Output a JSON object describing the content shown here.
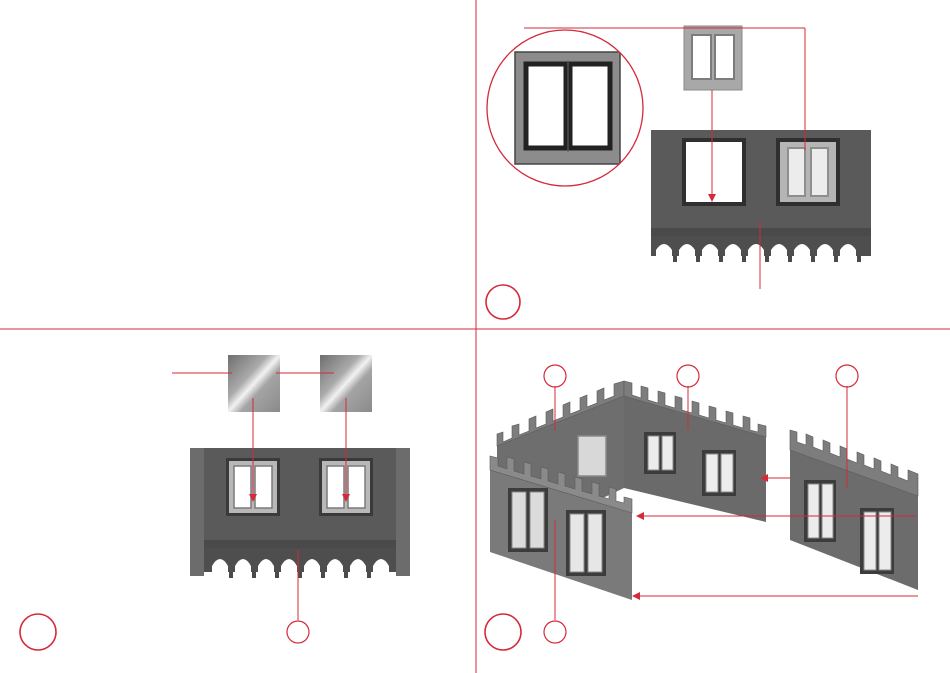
{
  "title": "",
  "steps": [
    {
      "id": "step-1",
      "number": ""
    },
    {
      "id": "step-2",
      "number": ""
    },
    {
      "id": "step-3",
      "number": ""
    },
    {
      "id": "step-4",
      "number": ""
    }
  ],
  "part_callouts": [
    {
      "id": "callout-step2-wall",
      "label": ""
    },
    {
      "id": "callout-step3-wall",
      "label": ""
    },
    {
      "id": "callout-step4-a",
      "label": ""
    },
    {
      "id": "callout-step4-b",
      "label": ""
    },
    {
      "id": "callout-step4-c",
      "label": ""
    },
    {
      "id": "callout-step4-d",
      "label": ""
    }
  ],
  "colors": {
    "guide_red": "#d42a3a",
    "wall_dark": "#555555",
    "wall_mid": "#6a6a6a",
    "frame_light": "#b9b9b9",
    "glass": "#e6e6e6"
  },
  "icons": [
    "wall-panel",
    "window-frame",
    "window-glazing",
    "detail-magnifier"
  ]
}
